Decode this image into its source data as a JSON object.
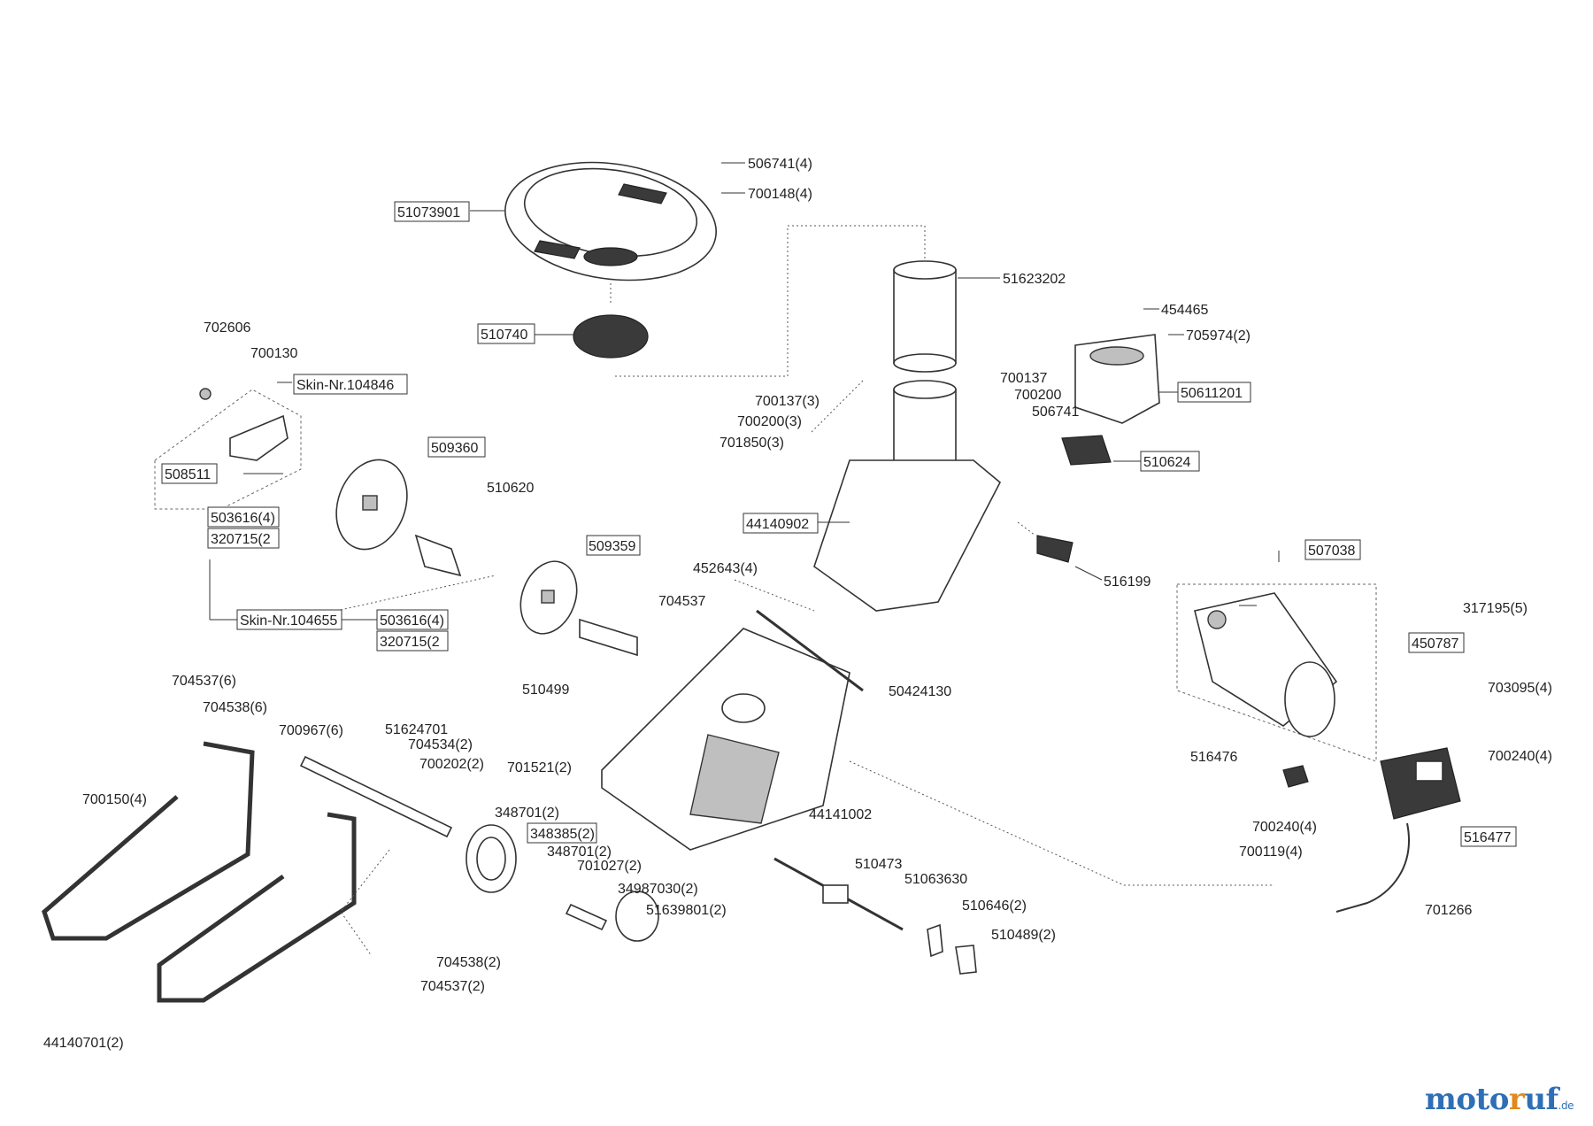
{
  "diagram": {
    "parts": {
      "p51073901": "51073901",
      "p506741_4": "506741(4)",
      "p700148_4": "700148(4)",
      "p510740": "510740",
      "p51623202": "51623202",
      "p454465": "454465",
      "p705974_2": "705974(2)",
      "p50611201": "50611201",
      "p700137": "700137",
      "p700200": "700200",
      "p506741": "506741",
      "p700137_3": "700137(3)",
      "p700200_3": "700200(3)",
      "p701850_3": "701850(3)",
      "p510624": "510624",
      "p44140902": "44140902",
      "p516199": "516199",
      "p702606": "702606",
      "p700130": "700130",
      "skin1": "Skin-Nr.104846",
      "p508511": "508511",
      "p509360": "509360",
      "p510620": "510620",
      "p503616_4_a": "503616(4)",
      "p320715_2_a": "320715(2",
      "p509359": "509359",
      "skin2": "Skin-Nr.104655",
      "p503616_4_b": "503616(4)",
      "p320715_2_b": "320715(2",
      "p510499": "510499",
      "p452643_4": "452643(4)",
      "p704537": "704537",
      "p50424130": "50424130",
      "p507038": "507038",
      "p317195_5": "317195(5)",
      "p450787": "450787",
      "p703095_4": "703095(4)",
      "p700240_4_a": "700240(4)",
      "p516476": "516476",
      "p700240_4_b": "700240(4)",
      "p700119_4": "700119(4)",
      "p516477": "516477",
      "p701266": "701266",
      "p704537_6": "704537(6)",
      "p704538_6": "704538(6)",
      "p700967_6": "700967(6)",
      "p51624701": "51624701",
      "p704534_2": "704534(2)",
      "p700202_2": "700202(2)",
      "p701521_2": "701521(2)",
      "p700150_4": "700150(4)",
      "p348701_2_a": "348701(2)",
      "p348385_2": "348385(2)",
      "p348701_2_b": "348701(2)",
      "p701027_2": "701027(2)",
      "p34987030_2": "34987030(2)",
      "p51639801_2": "51639801(2)",
      "p44141002": "44141002",
      "p510473": "510473",
      "p51063630": "51063630",
      "p510646_2": "510646(2)",
      "p510489_2": "510489(2)",
      "p704538_2": "704538(2)",
      "p704537_2": "704537(2)",
      "p44140701_2": "44140701(2)"
    }
  },
  "watermark": {
    "main": "moto",
    "accent": "r",
    "main2": "uf",
    "tld": ".de"
  }
}
